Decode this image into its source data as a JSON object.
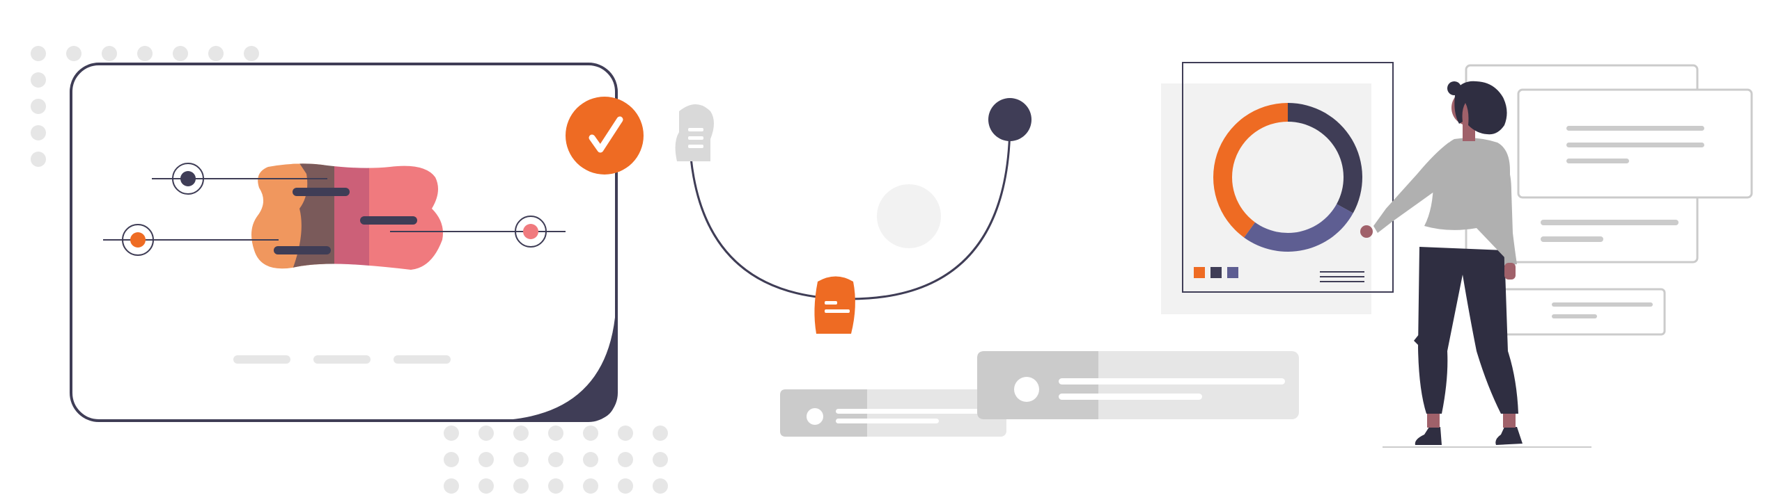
{
  "colors": {
    "accent_orange": "#ee6b23",
    "accent_pink": "#f07a7e",
    "accent_salmon": "#f0975e",
    "accent_brown": "#7a5a5a",
    "accent_rose": "#cc6078",
    "dark_navy": "#3f3d56",
    "slate_blue": "#5e5e92",
    "light_gray": "#e6e6e6",
    "mid_gray": "#cbcbcb",
    "line_gray": "#b0b0b0",
    "panel_gray": "#f2f2f2",
    "skin": "#a0616a",
    "background": "#ffffff"
  },
  "illustration": {
    "summary_card": {
      "status_icon": "checkmark-icon"
    },
    "donut_chart": {
      "segments": [
        {
          "color_key": "dark_navy",
          "fraction": 0.33
        },
        {
          "color_key": "slate_blue",
          "fraction": 0.27
        },
        {
          "color_key": "accent_orange",
          "fraction": 0.4
        }
      ]
    },
    "arc_connector": {
      "node_icons": [
        "document-icon",
        "document-icon"
      ]
    }
  }
}
